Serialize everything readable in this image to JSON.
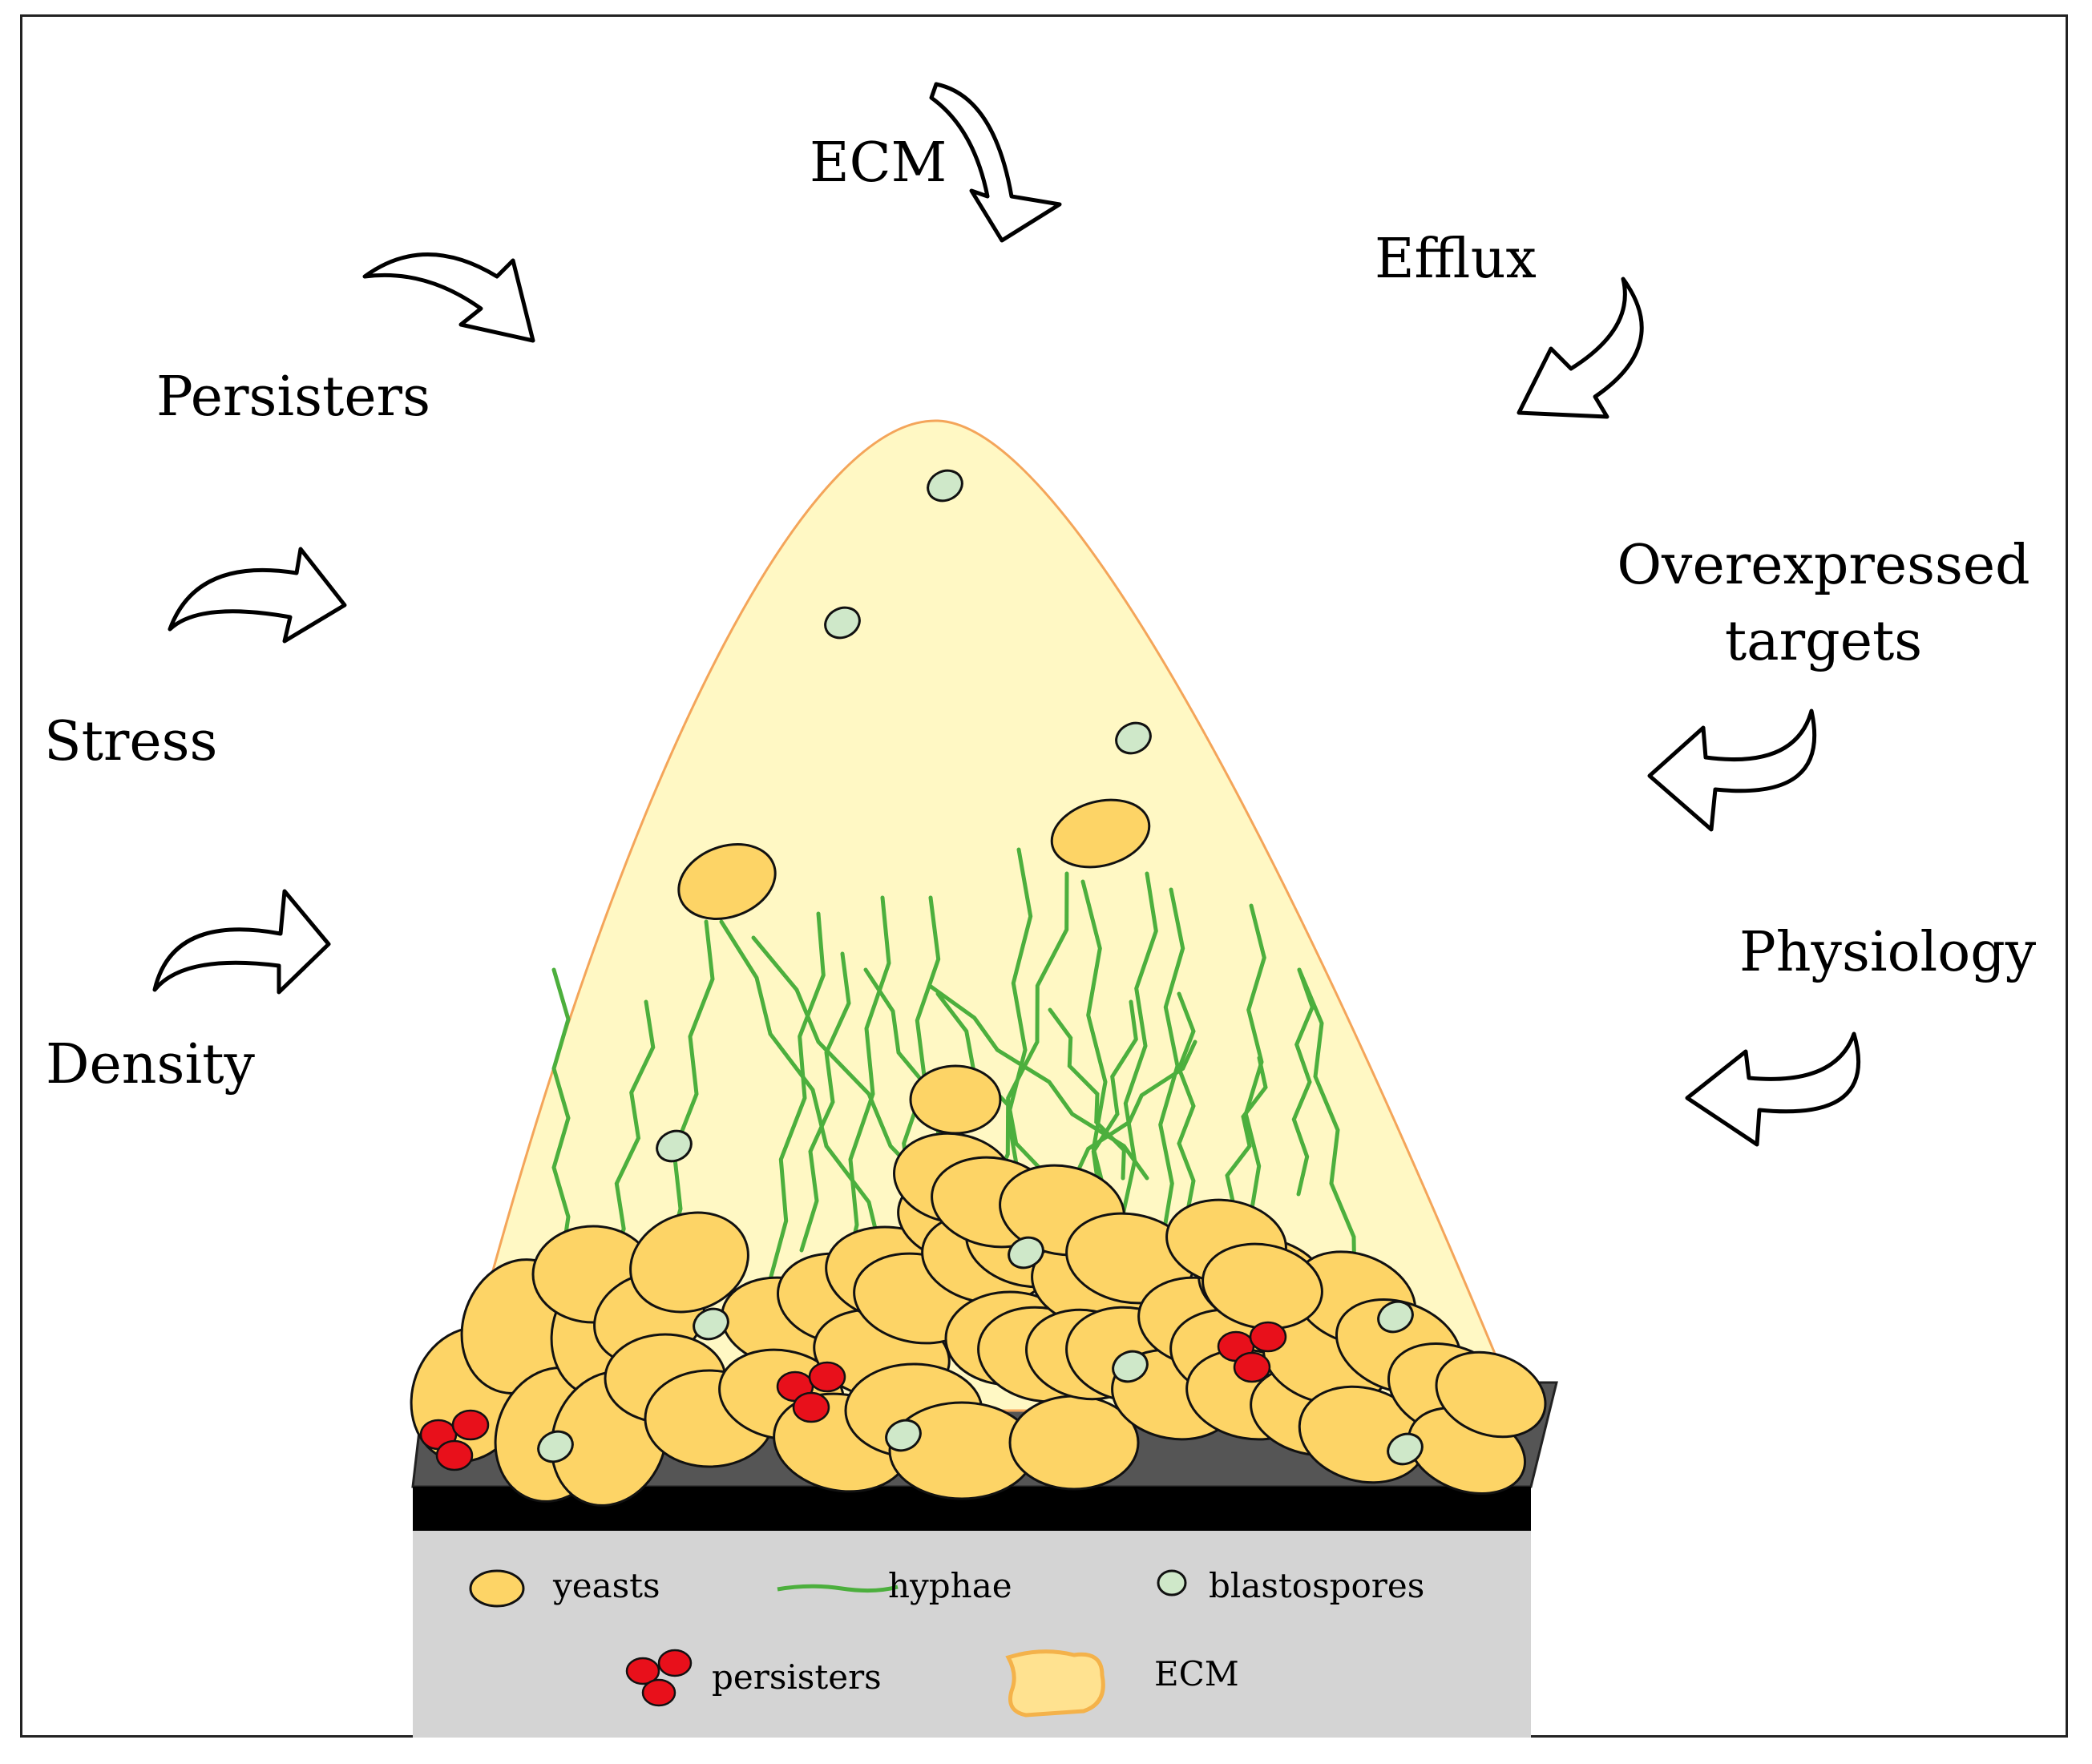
{
  "factors": {
    "ecm": "ECM",
    "efflux": "Efflux",
    "persisters": "Persisters",
    "overexpressed_line1": "Overexpressed",
    "overexpressed_line2": "targets",
    "stress": "Stress",
    "physiology": "Physiology",
    "density": "Density"
  },
  "legend": {
    "yeasts": "yeasts",
    "hyphae": "hyphae",
    "blastospores": "blastospores",
    "persisters": "persisters",
    "ecm": "ECM"
  },
  "colors": {
    "yeast_fill": "#FDD466",
    "hyphae": "#4CAF3D",
    "blastospore_fill": "#CFE8C9",
    "persister_fill": "#E8101B",
    "ecm_fill": "#FFF8C4",
    "ecm_outline": "#F4A55A",
    "substrate_top": "#555555",
    "substrate_band": "#000000",
    "legend_panel": "#D4D4D4"
  },
  "icons": [
    "curved-arrow-icon"
  ]
}
